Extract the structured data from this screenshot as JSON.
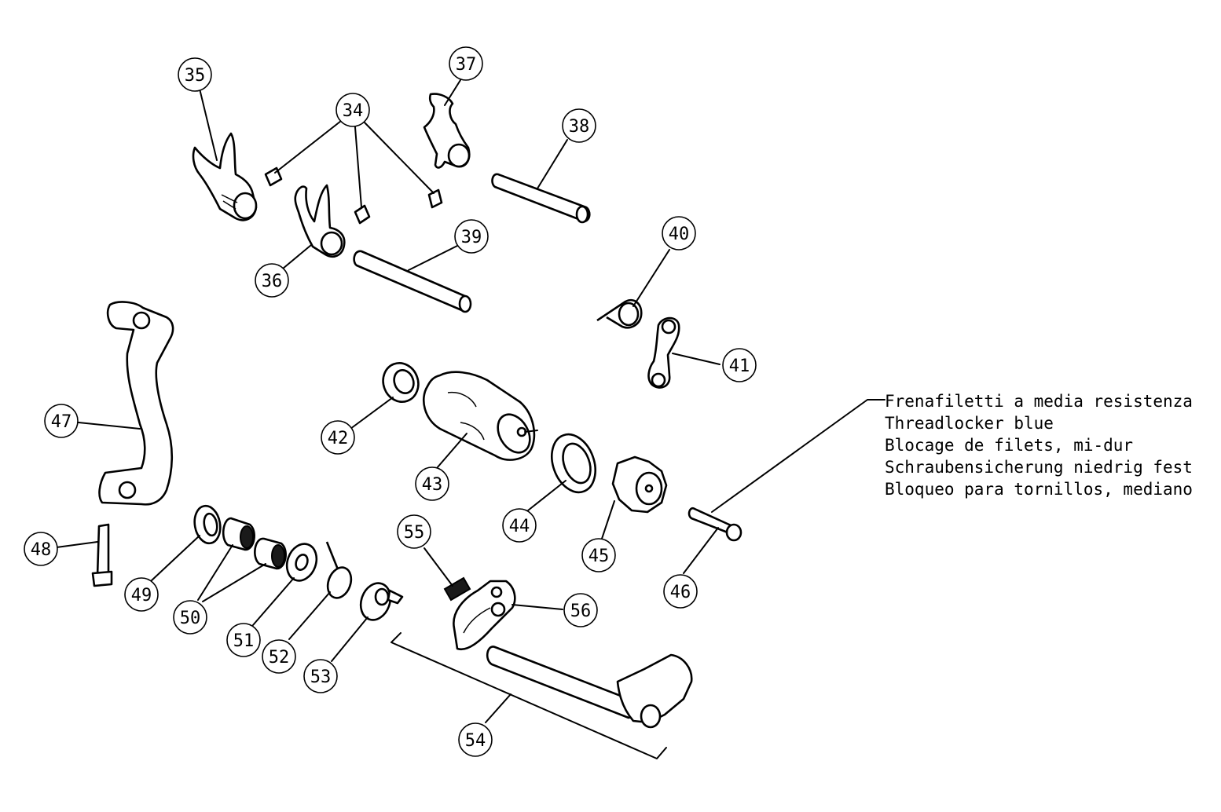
{
  "callouts": [
    {
      "id": "34",
      "label": "34"
    },
    {
      "id": "35",
      "label": "35"
    },
    {
      "id": "36",
      "label": "36"
    },
    {
      "id": "37",
      "label": "37"
    },
    {
      "id": "38",
      "label": "38"
    },
    {
      "id": "39",
      "label": "39"
    },
    {
      "id": "40",
      "label": "40"
    },
    {
      "id": "41",
      "label": "41"
    },
    {
      "id": "42",
      "label": "42"
    },
    {
      "id": "43",
      "label": "43"
    },
    {
      "id": "44",
      "label": "44"
    },
    {
      "id": "45",
      "label": "45"
    },
    {
      "id": "46",
      "label": "46"
    },
    {
      "id": "47",
      "label": "47"
    },
    {
      "id": "48",
      "label": "48"
    },
    {
      "id": "49",
      "label": "49"
    },
    {
      "id": "50",
      "label": "50"
    },
    {
      "id": "51",
      "label": "51"
    },
    {
      "id": "52",
      "label": "52"
    },
    {
      "id": "53",
      "label": "53"
    },
    {
      "id": "54",
      "label": "54"
    },
    {
      "id": "55",
      "label": "55"
    },
    {
      "id": "56",
      "label": "56"
    }
  ],
  "note": {
    "lines": [
      "Frenafiletti a media resistenza",
      "Threadlocker blue",
      "Blocage de filets, mi-dur",
      "Schraubensicherung niedrig fest",
      "Bloqueo para tornillos, mediano"
    ]
  }
}
